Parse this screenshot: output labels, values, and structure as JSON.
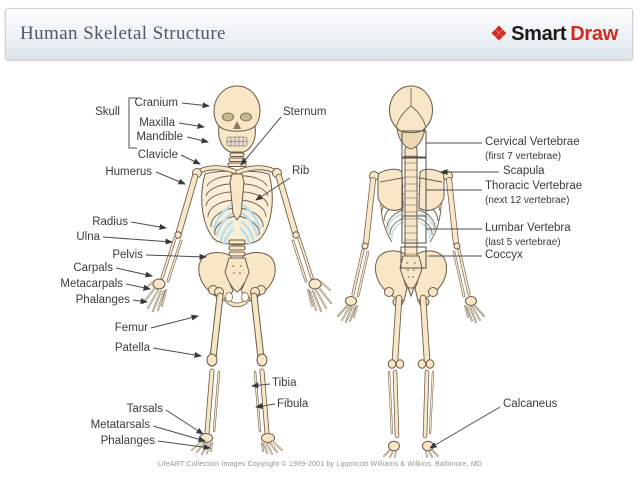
{
  "header": {
    "title": "Human Skeletal Structure",
    "brand": {
      "icon_glyph": "❖",
      "name_part1": "Smart",
      "name_part2": "Draw"
    }
  },
  "labels": {
    "skull": "Skull",
    "cranium": "Cranium",
    "maxilla": "Maxilla",
    "mandible": "Mandible",
    "sternum": "Sternum",
    "clavicle": "Clavicle",
    "humerus": "Humerus",
    "rib": "Rib",
    "radius": "Radius",
    "ulna": "Ulna",
    "pelvis": "Pelvis",
    "carpals": "Carpals",
    "metacarpals": "Metacarpals",
    "phalanges_hand": "Phalanges",
    "femur": "Femur",
    "patella": "Patella",
    "tibia": "Tibia",
    "fibula": "Fibula",
    "tarsals": "Tarsals",
    "metatarsals": "Metatarsals",
    "phalanges_foot": "Phalanges",
    "cervical": {
      "label": "Cervical Vertebrae",
      "sub": "(first 7 vertebrae)"
    },
    "scapula": "Scapula",
    "thoracic": {
      "label": "Thoracic Vertebrae",
      "sub": "(next 12 vertebrae)"
    },
    "lumbar": {
      "label": "Lumbar Vertebra",
      "sub": "(last 5 vertebrae)"
    },
    "coccyx": "Coccyx",
    "calcaneus": "Calcaneus"
  },
  "footer": {
    "copyright": "LifeART Collection Images Copyright © 1989-2001 by Lippincott Williams & Wilkins, Baltimore, MD"
  },
  "colors": {
    "accent_red": "#d32b1f",
    "bone_fill": "#f8e6c6",
    "bone_outline": "#6b5b48",
    "cartilage_blue": "#b7dfed",
    "header_title": "#4c5a67",
    "label_text": "#3b3b3b"
  }
}
